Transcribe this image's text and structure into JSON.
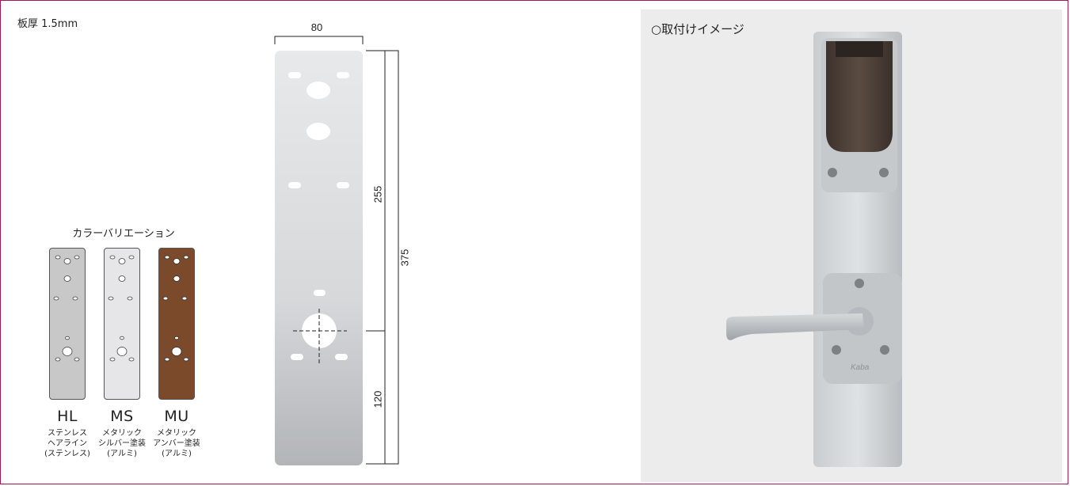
{
  "thickness_label": "板厚 1.5mm",
  "color_variation": {
    "title": "カラーバリエーション",
    "items": [
      {
        "code": "HL",
        "desc": "ステンレス\nヘアライン\n(ステンレス)",
        "color": "#c8c8c8"
      },
      {
        "code": "MS",
        "desc": "メタリック\nシルバー塗装\n(アルミ)",
        "color": "#e6e6e8"
      },
      {
        "code": "MU",
        "desc": "メタリック\nアンバー塗装\n(アルミ)",
        "color": "#7a4a2a"
      }
    ]
  },
  "dimensions": {
    "width": "80",
    "upper": "255",
    "total": "375",
    "lower": "120"
  },
  "install_image": {
    "label": "○取付けイメージ",
    "logo_text": "Kaba"
  },
  "colors": {
    "frame": "#a3185c",
    "plate_light": "#e6e7e8",
    "plate_dark": "#b4b7ba"
  }
}
